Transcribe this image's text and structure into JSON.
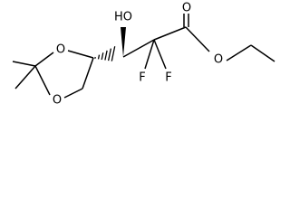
{
  "molecule": {
    "atoms": {
      "o_ring_top": "O",
      "o_ring_bottom": "O",
      "o_hydroxyl": "HO",
      "o_carbonyl": "O",
      "o_ester": "O",
      "f_left": "F",
      "f_right": "F"
    }
  }
}
